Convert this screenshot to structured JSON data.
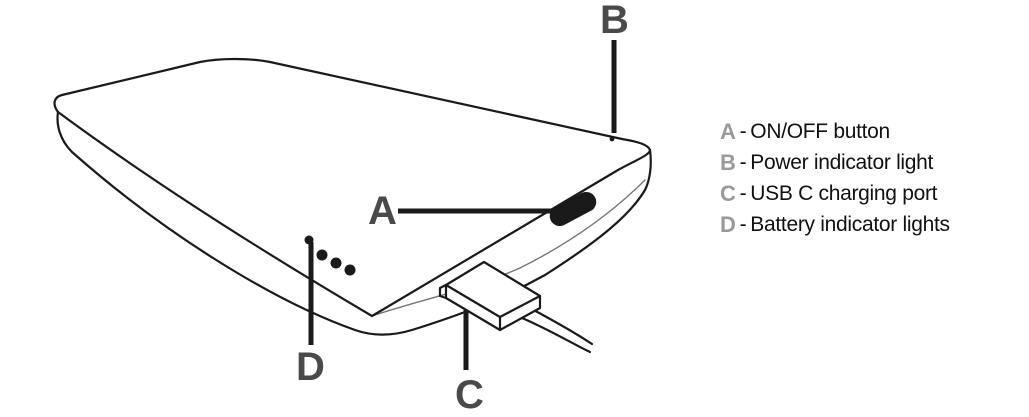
{
  "diagram": {
    "callouts": {
      "a": "A",
      "b": "B",
      "c": "C",
      "d": "D"
    },
    "colors": {
      "outline": "#1a1a1a",
      "callout_letter": "#4a4a4a",
      "legend_key": "#9a9a9a",
      "legend_text": "#111111"
    }
  },
  "legend": {
    "separator": "-",
    "items": [
      {
        "key": "A",
        "text": "ON/OFF button"
      },
      {
        "key": "B",
        "text": "Power indicator light"
      },
      {
        "key": "C",
        "text": "USB C charging port"
      },
      {
        "key": "D",
        "text": "Battery indicator lights"
      }
    ]
  }
}
